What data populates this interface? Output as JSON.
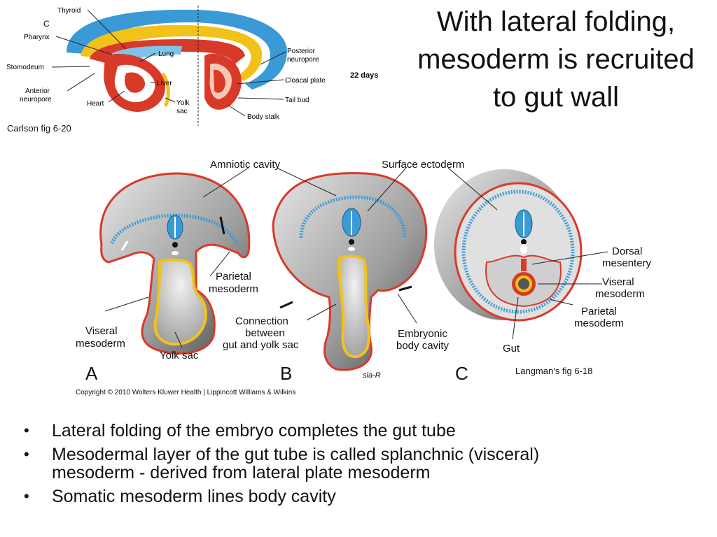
{
  "slide": {
    "title": "With lateral folding,\nmesoderm is recruited\nto gut wall"
  },
  "top_figure": {
    "panel_letter": "C",
    "labels": {
      "thyroid": "Thyroid",
      "pharynx": "Pharynx",
      "stomodeum": "Stomodeum",
      "anterior_neuropore": "Anterior\nneuropore",
      "heart": "Heart",
      "lung": "Lung",
      "liver": "Liver",
      "yolk_sac": "Yolk\nsac",
      "posterior_neuropore": "Posterior\nneuropore",
      "cloacal_plate": "Cloacal plate",
      "tail_bud": "Tail bud",
      "body_stalk": "Body stalk",
      "age": "22 days"
    },
    "caption": "Carlson fig 6-20"
  },
  "main_figure": {
    "labels": {
      "amniotic_cavity": "Amniotic cavity",
      "surface_ectoderm": "Surface ectoderm",
      "parietal_mesoderm_a": "Parietal\nmesoderm",
      "viseral_mesoderm_a": "Viseral\nmesoderm",
      "yolk_sac": "Yolk sac",
      "connection": "Connection\nbetween\ngut and yolk sac",
      "embryonic_body_cavity": "Embryonic\nbody cavity",
      "dorsal_mesentery": "Dorsal\nmesentery",
      "viseral_mesoderm_c": "Viseral\nmesoderm",
      "parietal_mesoderm_c": "Parietal\nmesoderm",
      "gut": "Gut",
      "signature": "sla-R"
    },
    "panels": [
      "A",
      "B",
      "C"
    ],
    "copyright": "Copyright © 2010 Wolters Kluwer Health | Lippincott Williams & Wilkins",
    "caption": "Langman’s fig 6-18"
  },
  "bullets": [
    "Lateral folding of the embryo completes the gut tube",
    "Mesodermal layer of the gut tube is called splanchnic (visceral)\nmesoderm - derived from lateral plate mesoderm",
    "Somatic mesoderm lines body cavity"
  ],
  "colors": {
    "ectoderm_blue": "#3a9ad6",
    "mesoderm_red": "#d83a2a",
    "endoderm_yellow": "#f2c21a",
    "embryo_gray": "#a6a6a6"
  }
}
